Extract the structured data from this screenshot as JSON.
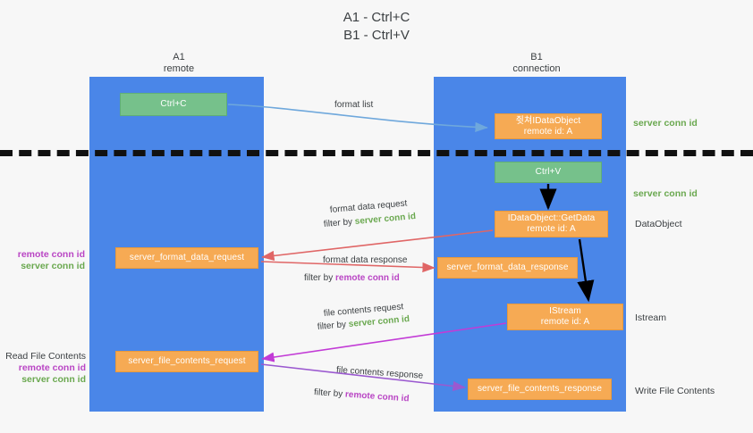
{
  "title": "A1 - Ctrl+C\nB1 - Ctrl+V",
  "lanes": {
    "left": {
      "name": "A1",
      "subtitle": "remote",
      "header": "A1\nremote",
      "color": "#4a86e8"
    },
    "right": {
      "name": "B1",
      "subtitle": "connection",
      "header": "B1\nconnection",
      "color": "#4a86e8"
    }
  },
  "colors": {
    "lane": "#4a86e8",
    "green_box": "#76c18b",
    "orange_box": "#f6aa54",
    "server_conn_id": "#6aa84f",
    "remote_conn_id": "#b945c4",
    "divider": "#111111",
    "arrow_blue": "#6fa8dc",
    "arrow_red": "#e06666",
    "arrow_magenta": "#c23bd6",
    "arrow_purple": "#9b59d0",
    "arrow_black": "#000000",
    "background": "#f7f7f7"
  },
  "boxes": {
    "ctrl_c": "Ctrl+C",
    "idataobject": "쥣쳐IDataObject\nremote id: A",
    "ctrl_v": "Ctrl+V",
    "getdata": "IDataObject::GetData\nremote id: A",
    "server_format_data_request": "server_format_data_request",
    "server_format_data_response": "server_format_data_response",
    "istream": "IStream\nremote id: A",
    "server_file_contents_request": "server_file_contents_request",
    "server_file_contents_response": "server_file_contents_response"
  },
  "edge_labels": {
    "format_list": "format list",
    "format_data_request": "format data request",
    "format_data_request_filter_prefix": "filter by ",
    "format_data_request_filter_value": "server conn id",
    "format_data_response": "format data response",
    "format_data_response_filter_prefix": "filter by ",
    "format_data_response_filter_value": "remote conn id",
    "file_contents_request": "file contents request",
    "file_contents_request_filter_prefix": "filter by ",
    "file_contents_request_filter_value": "server conn id",
    "file_contents_response": "file contents response",
    "file_contents_response_filter_prefix": "filter by ",
    "file_contents_response_filter_value": "remote conn id"
  },
  "right_annotations": {
    "server_conn_id_1": "server conn id",
    "server_conn_id_2": "server conn id",
    "dataobject": "DataObject",
    "istream": "Istream",
    "write_file_contents": "Write File Contents"
  },
  "left_annotations": {
    "group1_remote": "remote conn id",
    "group1_server": "server conn id",
    "read_file_contents": "Read File Contents",
    "group2_remote": "remote conn id",
    "group2_server": "server conn id"
  }
}
